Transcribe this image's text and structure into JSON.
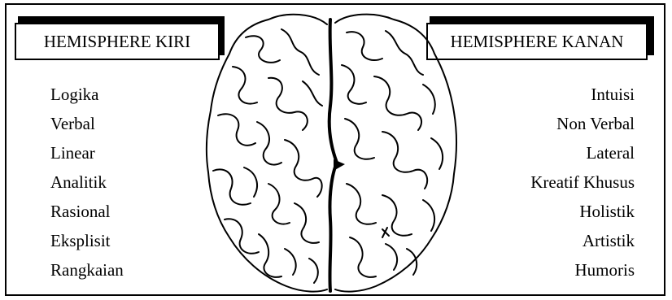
{
  "left": {
    "title": "HEMISPHERE KIRI",
    "items": [
      "Logika",
      "Verbal",
      "Linear",
      "Analitik",
      "Rasional",
      "Eksplisit",
      "Rangkaian"
    ]
  },
  "right": {
    "title": "HEMISPHERE KANAN",
    "items": [
      "Intuisi",
      "Non Verbal",
      "Lateral",
      "Kreatif Khusus",
      "Holistik",
      "Artistik",
      "Humoris"
    ]
  },
  "colors": {
    "line": "#000000",
    "background": "#ffffff"
  },
  "icons": {
    "center": "brain-icon"
  }
}
